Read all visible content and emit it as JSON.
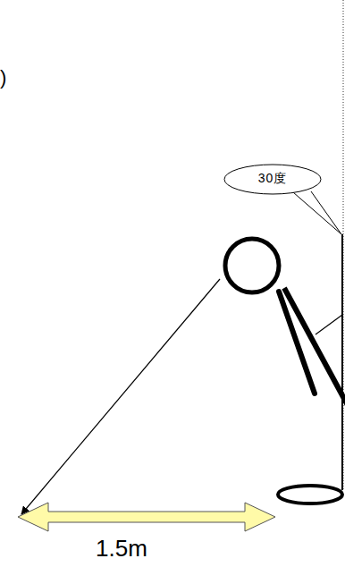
{
  "diagram": {
    "nodes": [
      {
        "text": [
          "30度"
        ]
      }
    ],
    "labels": [
      ")",
      "1.5m"
    ]
  }
}
